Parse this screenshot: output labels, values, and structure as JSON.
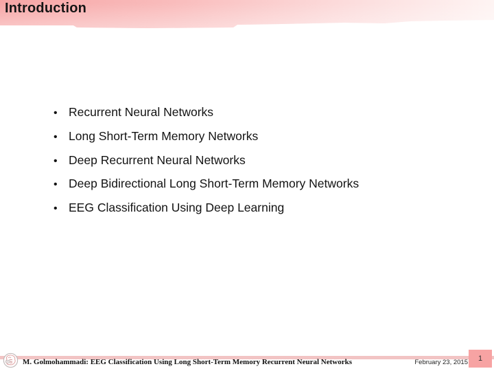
{
  "slide": {
    "title": "Introduction",
    "bullet_char": "•",
    "bullets": [
      "Recurrent Neural Networks",
      "Long Short-Term Memory Networks",
      "Deep Recurrent Neural Networks",
      "Deep Bidirectional Long Short-Term Memory Networks",
      "EEG Classification Using Deep Learning"
    ]
  },
  "footer": {
    "citation": "M. Golmohammadi: EEG Classification Using Long Short-Term Memory Recurrent Neural Networks",
    "date": "February 23, 2015",
    "page_number": "1",
    "logo_icon": "circular-seal-brain-logo"
  },
  "colors": {
    "header_pink_left": "#f7a6a6",
    "header_pink_right": "#fef4f3",
    "footer_strip_pink": "#f2c4c4",
    "page_badge_pink": "#f7a3a3",
    "text": "#131313"
  }
}
